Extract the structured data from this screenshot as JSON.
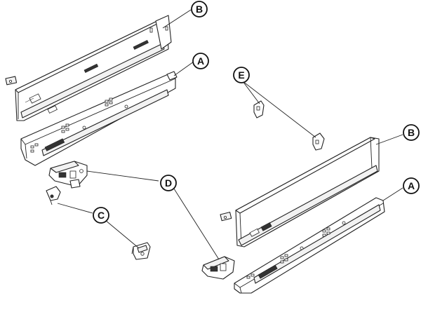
{
  "callouts": {
    "b_top": "B",
    "a_top": "A",
    "e": "E",
    "d": "D",
    "c": "C",
    "b_bottom": "B",
    "a_bottom": "A"
  },
  "colors": {
    "line": "#222222",
    "background": "#ffffff",
    "shade": "#f2f2f2"
  }
}
